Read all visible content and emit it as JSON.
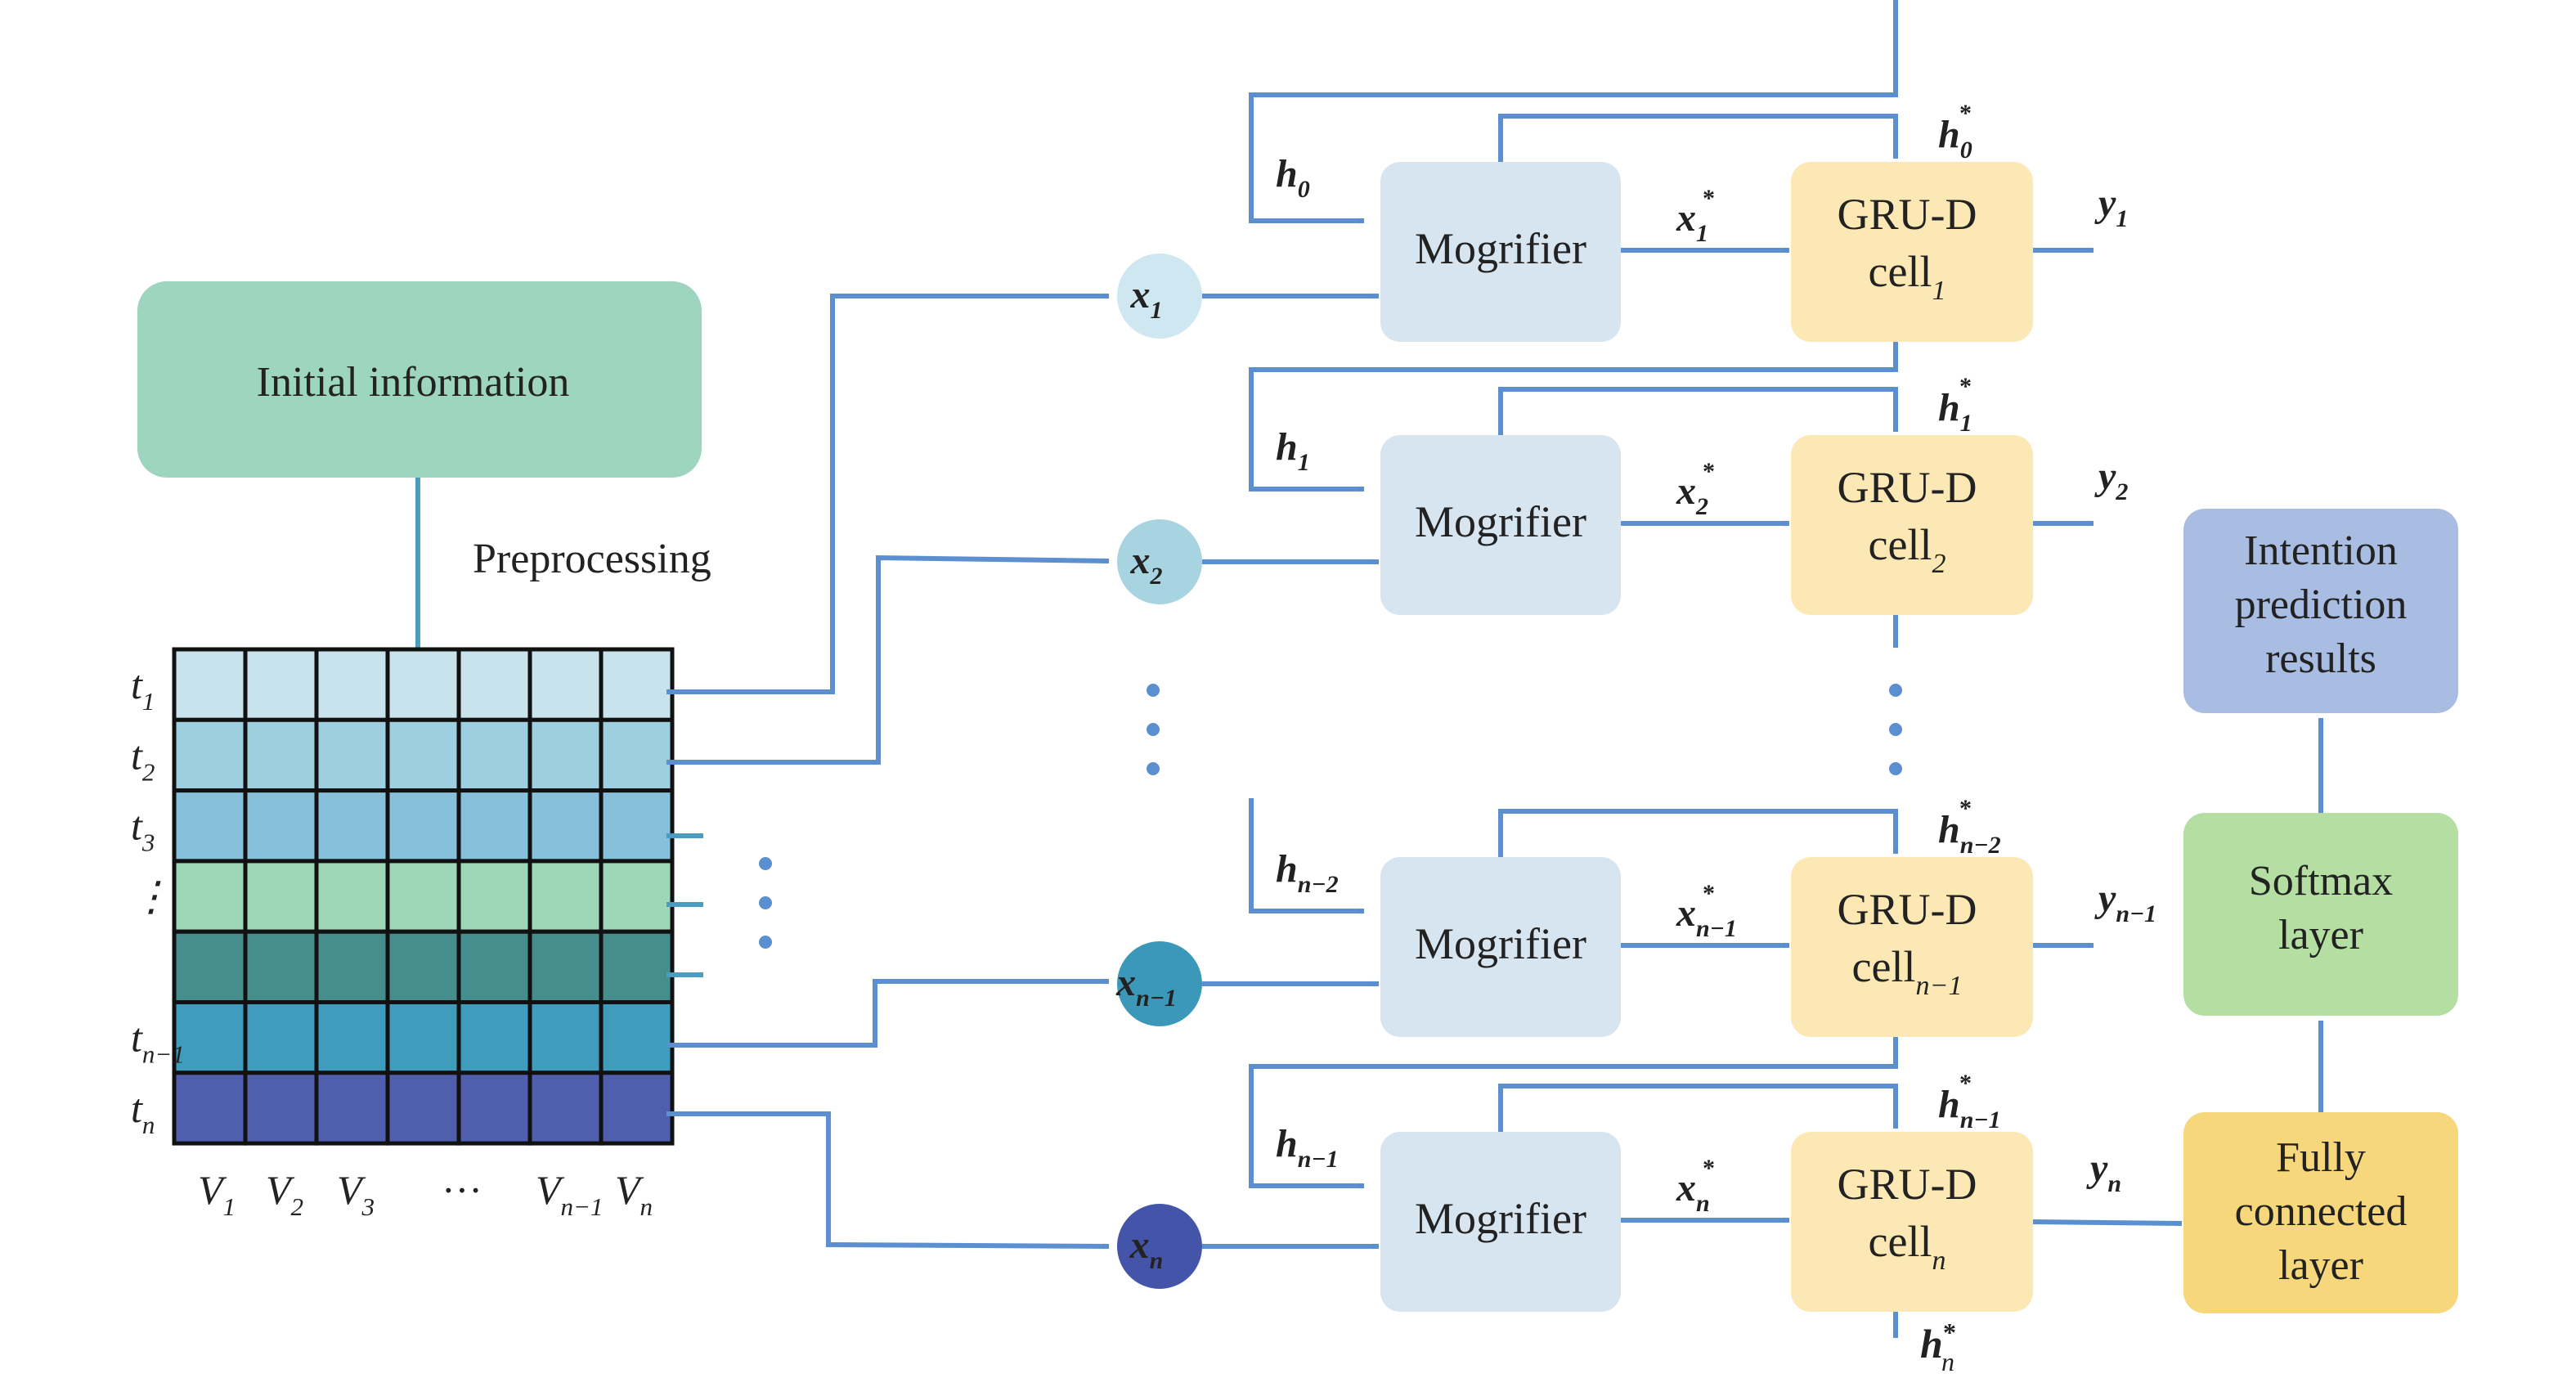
{
  "labels": {
    "initial_information": "Initial information",
    "preprocessing": "Preprocessing",
    "mogrifier": "Mogrifier",
    "gru_d": "GRU-D",
    "cell": "cell",
    "intention": [
      "Intention",
      "prediction",
      "results"
    ],
    "softmax": [
      "Softmax",
      "layer"
    ],
    "fully_connected": [
      "Fully",
      "connected",
      "layer"
    ]
  },
  "matrix": {
    "row_labels": [
      {
        "base": "t",
        "sub": "1"
      },
      {
        "base": "t",
        "sub": "2"
      },
      {
        "base": "t",
        "sub": "3"
      },
      {
        "base": "⋮",
        "sub": ""
      },
      {
        "base": "",
        "sub": ""
      },
      {
        "base": "t",
        "sub": "n−1"
      },
      {
        "base": "t",
        "sub": "n"
      }
    ],
    "col_labels": [
      {
        "base": "V",
        "sub": "1"
      },
      {
        "base": "V",
        "sub": "2"
      },
      {
        "base": "V",
        "sub": "3"
      },
      {
        "base": "···",
        "sub": ""
      },
      {
        "base": "V",
        "sub": "n−1"
      },
      {
        "base": "V",
        "sub": "n"
      }
    ],
    "row_colors": [
      "#c8e3ec",
      "#9dcfe0",
      "#86c0db",
      "#9ed6b8",
      "#468d8e",
      "#3f9cbc",
      "#4f5fae"
    ]
  },
  "blocks": [
    {
      "input": "1",
      "h_in": "0",
      "h_star_in": "0",
      "x_star": "1",
      "y_out": "1",
      "cell_sub": "1",
      "input_color": "#cfe7f0"
    },
    {
      "input": "2",
      "h_in": "1",
      "h_star_in": "1",
      "x_star": "2",
      "y_out": "2",
      "cell_sub": "2",
      "input_color": "#a8d4e2"
    },
    {
      "input": "n−1",
      "h_in": "n−2",
      "h_star_in": "n−2",
      "x_star": "n−1",
      "y_out": "n−1",
      "cell_sub": "n−1",
      "input_color": "#3c98b8"
    },
    {
      "input": "n",
      "h_in": "n−1",
      "h_star_in": "n−1",
      "x_star": "n",
      "y_out": "n",
      "cell_sub": "n",
      "input_color": "#4454a8"
    }
  ],
  "final_hidden": {
    "base": "h",
    "sub": "n"
  },
  "colors": {
    "initial_info_fill": "#9ed5bf",
    "mogrifier_fill": "#d6e5f0",
    "gru_fill": "#fbe8b4",
    "intention_fill": "#a9bde3",
    "softmax_fill": "#b5dea2",
    "fully_connected_fill": "#f6d77c",
    "arrow": "#5b8fcf",
    "dot": "#5b8fcf"
  }
}
